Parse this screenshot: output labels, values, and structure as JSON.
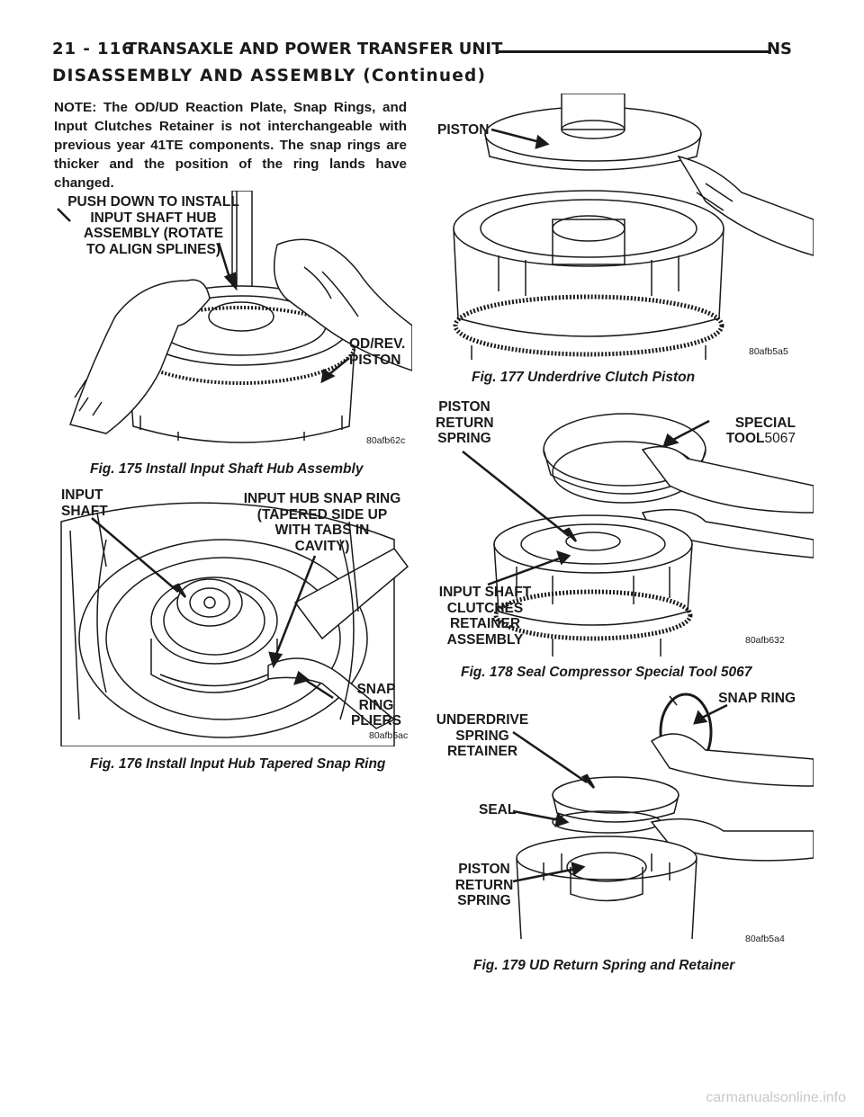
{
  "header": {
    "page_number": "21 - 116",
    "title": "TRANSAXLE AND POWER TRANSFER UNIT",
    "code": "NS"
  },
  "section_title": "DISASSEMBLY AND ASSEMBLY (Continued)",
  "note_text": "NOTE: The OD/UD Reaction Plate, Snap Rings, and Input Clutches Retainer is not interchangeable with previous year 41TE components. The snap rings are thicker and the position of the ring lands have changed.",
  "figures": {
    "fig175": {
      "labels": {
        "push_down": "PUSH DOWN TO INSTALL\nINPUT SHAFT HUB\nASSEMBLY (ROTATE\nTO ALIGN SPLINES)",
        "od_rev": "OD/REV.\nPISTON"
      },
      "image_code": "80afb62c",
      "caption": "Fig. 175 Install Input Shaft Hub Assembly"
    },
    "fig176": {
      "labels": {
        "input_shaft": "INPUT\nSHAFT",
        "hub_snap_ring": "INPUT HUB SNAP RING\n(TAPERED SIDE UP\nWITH TABS IN\nCAVITY)",
        "pliers": "SNAP\nRING\nPLIERS"
      },
      "image_code": "80afb5ac",
      "caption": "Fig. 176 Install Input Hub Tapered Snap Ring"
    },
    "fig177": {
      "labels": {
        "piston": "PISTON"
      },
      "image_code": "80afb5a5",
      "caption": "Fig. 177 Underdrive Clutch Piston"
    },
    "fig178": {
      "labels": {
        "return_spring": "PISTON\nRETURN\nSPRING",
        "special_tool": "SPECIAL\nTOOL",
        "tool_number": "5067",
        "retainer": "INPUT SHAFT\nCLUTCHES\nRETAINER\nASSEMBLY"
      },
      "image_code": "80afb632",
      "caption": "Fig. 178 Seal Compressor Special Tool 5067"
    },
    "fig179": {
      "labels": {
        "snap_ring": "SNAP RING",
        "ud_retainer": "UNDERDRIVE\nSPRING\nRETAINER",
        "seal": "SEAL",
        "return_spring": "PISTON\nRETURN\nSPRING"
      },
      "image_code": "80afb5a4",
      "caption": "Fig. 179 UD Return Spring and Retainer"
    }
  },
  "footer": "carmanualsonline.info"
}
